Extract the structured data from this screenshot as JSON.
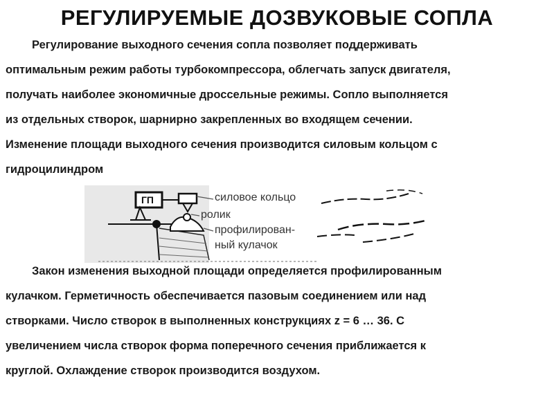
{
  "title": "РЕГУЛИРУЕМЫЕ ДОЗВУКОВЫЕ СОПЛА",
  "paragraph1": [
    "Регулирование выходного сечения сопла позволяет поддерживать",
    "оптимальным режим работы турбокомпрессора, облегчать запуск двигателя,",
    "получать наиболее экономичные дроссельные режимы. Сопло выполняется",
    "из отдельных створок, шарнирно закрепленных во входящем сечении.",
    "Изменение площади выходного сечения производится силовым кольцом с",
    "гидроцилиндром"
  ],
  "figure": {
    "box_label": "ГП",
    "labels": {
      "ring": "силовое кольцо",
      "roller": "ролик",
      "cam_1": "профилирован-",
      "cam_2": "ный кулачок"
    }
  },
  "paragraph2": [
    "Закон изменения выходной площади определяется профилированным",
    "кулачком. Герметичность обеспечивается пазовым соединением или над",
    "створками. Число створок в выполненных конструкциях z = 6 … 36. С",
    "увеличением числа створок форма поперечного сечения приближается к",
    "круглой. Охлаждение створок производится воздухом."
  ]
}
